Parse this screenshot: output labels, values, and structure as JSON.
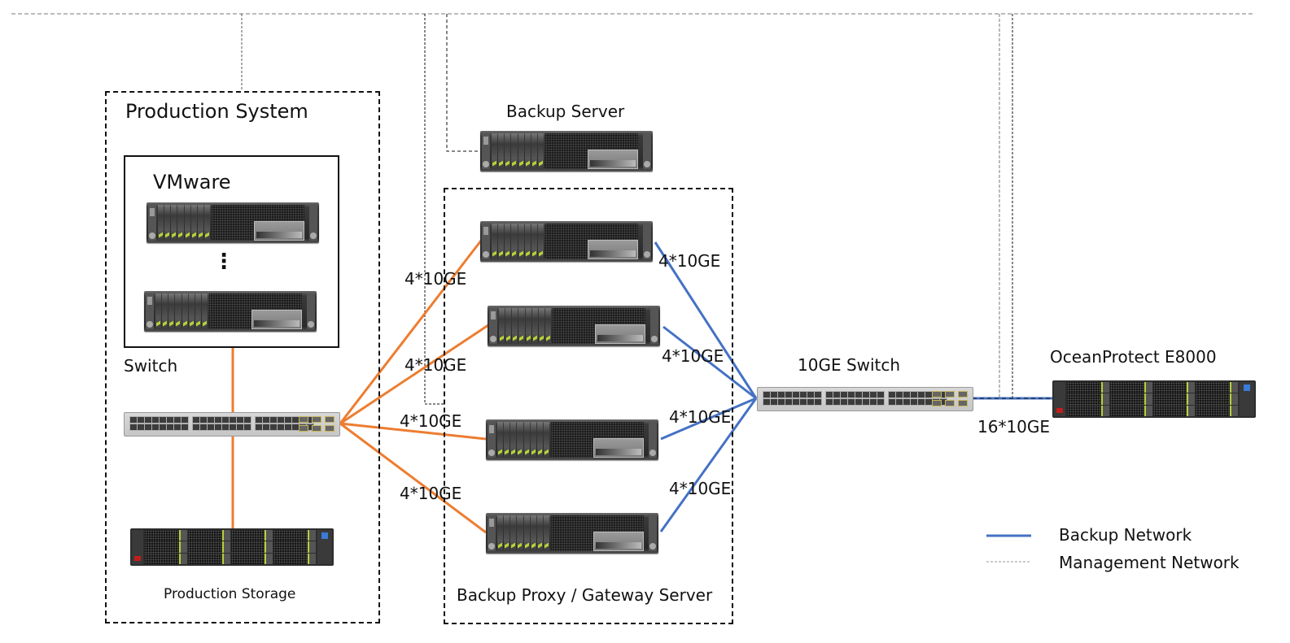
{
  "diagram": {
    "groups": {
      "production_system": "Production System",
      "vmware": "VMware",
      "backup_proxy": "Backup Proxy / Gateway Server"
    },
    "nodes": {
      "vmware_ellipsis": "⋮",
      "switch": "Switch",
      "production_storage": "Production Storage",
      "backup_server": "Backup Server",
      "ge_switch": "10GE Switch",
      "oceanprotect": "OceanProtect E8000"
    },
    "links": {
      "switch_to_proxy_1": "4*10GE",
      "switch_to_proxy_2": "4*10GE",
      "switch_to_proxy_3": "4*10GE",
      "switch_to_proxy_4": "4*10GE",
      "proxy_1_to_ge_switch": "4*10GE",
      "proxy_2_to_ge_switch": "4*10GE",
      "proxy_3_to_ge_switch": "4*10GE",
      "proxy_4_to_ge_switch": "4*10GE",
      "ge_switch_to_oceanprotect": "16*10GE"
    },
    "colors": {
      "production_link": "#ED7D31",
      "backup_network": "#4472C4",
      "management_network": "#999999"
    },
    "legend": [
      {
        "label": "Backup Network",
        "style": "solid",
        "color": "#4472C4"
      },
      {
        "label": "Management Network",
        "style": "dashed",
        "color": "#999999"
      }
    ]
  }
}
